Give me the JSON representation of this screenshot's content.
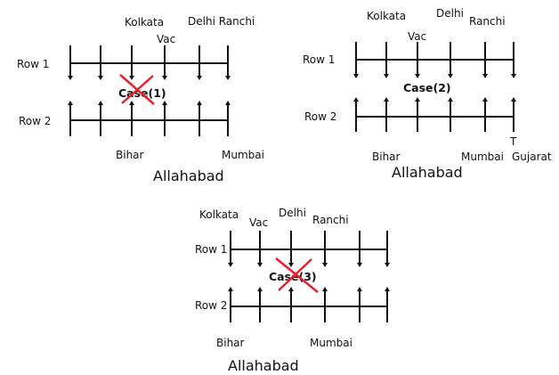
{
  "colors": {
    "line": "#111111",
    "cross": "#e8202a"
  },
  "cases": [
    {
      "title": "Case(1)",
      "row1_label": "Row 1",
      "row2_label": "Row 2",
      "top_labels": [
        "Kolkata",
        "Vac",
        "Delhi Ranchi"
      ],
      "bottom_labels": [
        "Bihar",
        "Mumbai"
      ],
      "city": "Allahabad",
      "crossed": true
    },
    {
      "title": "Case(2)",
      "row1_label": "Row 1",
      "row2_label": "Row 2",
      "top_labels": [
        "Kolkata",
        "Vac",
        "Delhi",
        "Ranchi"
      ],
      "bottom_labels": [
        "Bihar",
        "Mumbai",
        "T",
        "Gujarat"
      ],
      "city": "Allahabad",
      "crossed": false
    },
    {
      "title": "Case(3)",
      "row1_label": "Row 1",
      "row2_label": "Row 2",
      "top_labels": [
        "Kolkata",
        "Vac",
        "Delhi",
        "Ranchi"
      ],
      "bottom_labels": [
        "Bihar",
        "Mumbai"
      ],
      "city": "Allahabad",
      "crossed": true
    }
  ]
}
